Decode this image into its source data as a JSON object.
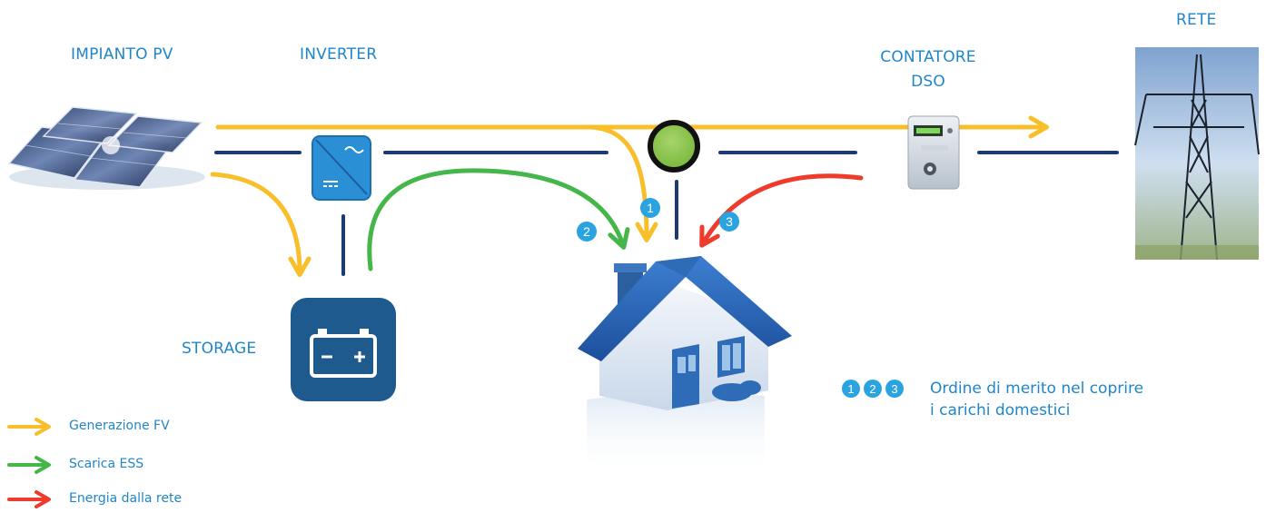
{
  "labels": {
    "pv": "IMPIANTO PV",
    "inverter": "INVERTER",
    "meter_line1": "CONTATORE",
    "meter_line2": "DSO",
    "grid": "RETE",
    "storage": "STORAGE"
  },
  "badges": [
    "1",
    "2",
    "3"
  ],
  "merit_note": {
    "line1": "Ordine di merito nel coprire",
    "line2": "i carichi domestici"
  },
  "legend": [
    {
      "label": "Generazione FV",
      "color": "#f9bf2a"
    },
    {
      "label": "Scarica ESS",
      "color": "#45b649"
    },
    {
      "label": "Energia dalla rete",
      "color": "#ee3b2c"
    }
  ],
  "colors": {
    "text": "#1f86c9",
    "line": "#1d3b73",
    "badge": "#2aa3e0",
    "pv_flow": "#f9bf2a",
    "ess_flow": "#45b649",
    "grid_flow": "#ee3b2c",
    "node": "#8bc34a"
  },
  "icons": {
    "pv": "solar-panels-icon",
    "inverter": "inverter-icon",
    "meter": "electric-meter-icon",
    "grid": "power-pylon-icon",
    "storage": "battery-icon",
    "house": "house-icon"
  }
}
